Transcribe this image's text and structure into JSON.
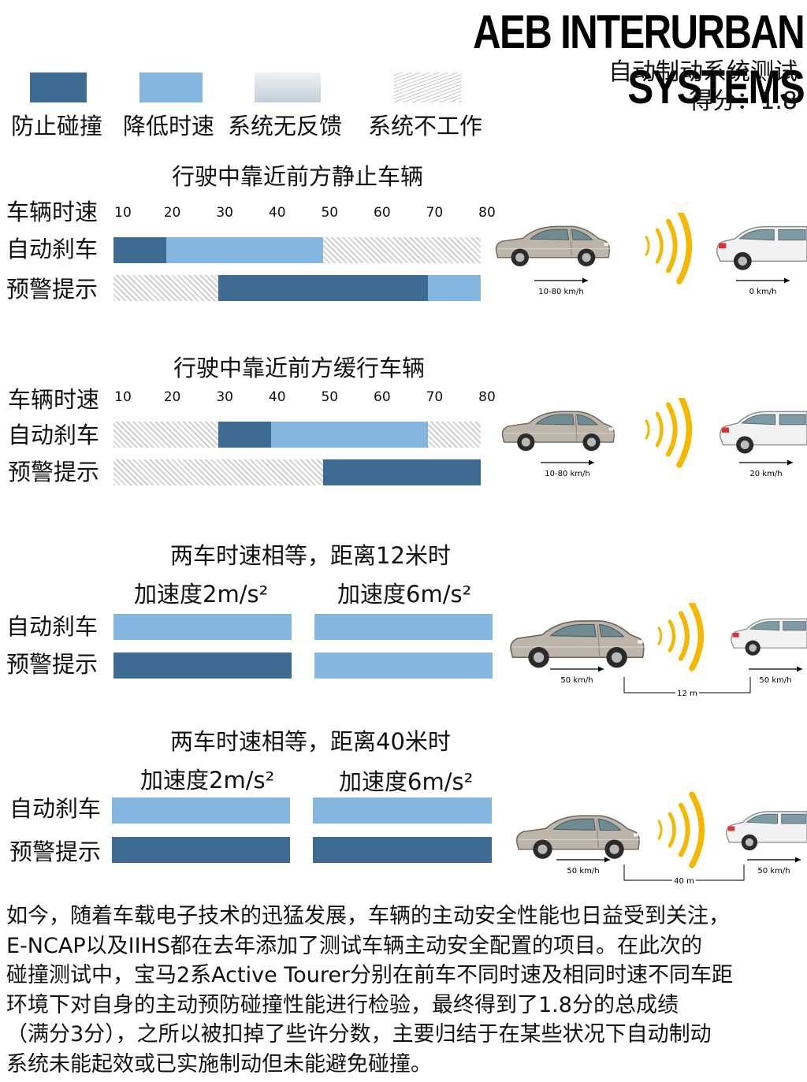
{
  "header": {
    "title": "AEB INTERURBAN SYSTEMS",
    "subtitle": "自动制动系统测试",
    "score": "得分：1.8"
  },
  "legend": [
    {
      "label": "防止碰撞",
      "key": "prevent",
      "color": "#3e6b91"
    },
    {
      "label": "降低时速",
      "key": "reduce",
      "color": "#84b6e0"
    },
    {
      "label": "系统无反馈",
      "key": "nofeed",
      "color": "#d6e0ea"
    },
    {
      "label": "系统不工作",
      "key": "notwork",
      "color": "#cfcfcf"
    }
  ],
  "row_labels": {
    "speed": "车辆时速",
    "brake": "自动刹车",
    "warn": "预警提示"
  },
  "speed_ticks": [
    "10",
    "20",
    "30",
    "40",
    "50",
    "60",
    "70",
    "80"
  ],
  "sections": [
    {
      "title": "行驶中靠近前方静止车辆",
      "brake": [
        {
          "from": 10,
          "to": 20,
          "state": "prevent"
        },
        {
          "from": 20,
          "to": 50,
          "state": "reduce"
        },
        {
          "from": 50,
          "to": 80,
          "state": "notwork"
        }
      ],
      "warn": [
        {
          "from": 10,
          "to": 30,
          "state": "notwork"
        },
        {
          "from": 30,
          "to": 70,
          "state": "prevent"
        },
        {
          "from": 70,
          "to": 80,
          "state": "reduce"
        }
      ],
      "car_speed": "10-80 km/h",
      "target_speed": "0 km/h"
    },
    {
      "title": "行驶中靠近前方缓行车辆",
      "brake": [
        {
          "from": 10,
          "to": 30,
          "state": "notwork"
        },
        {
          "from": 30,
          "to": 40,
          "state": "prevent"
        },
        {
          "from": 40,
          "to": 70,
          "state": "reduce"
        },
        {
          "from": 70,
          "to": 80,
          "state": "notwork"
        }
      ],
      "warn": [
        {
          "from": 10,
          "to": 50,
          "state": "notwork"
        },
        {
          "from": 50,
          "to": 80,
          "state": "prevent"
        }
      ],
      "car_speed": "10-80 km/h",
      "target_speed": "20 km/h"
    },
    {
      "title": "两车时速相等，距离12米时",
      "accel_labels": [
        "加速度2m/s²",
        "加速度6m/s²"
      ],
      "brake": [
        "reduce",
        "reduce"
      ],
      "warn": [
        "prevent",
        "reduce"
      ],
      "car_speed": "50 km/h",
      "target_speed": "50 km/h",
      "distance": "12 m"
    },
    {
      "title": "两车时速相等，距离40米时",
      "accel_labels": [
        "加速度2m/s²",
        "加速度6m/s²"
      ],
      "brake": [
        "reduce",
        "reduce"
      ],
      "warn": [
        "prevent",
        "prevent"
      ],
      "car_speed": "50 km/h",
      "target_speed": "50 km/h",
      "distance": "40 m"
    }
  ],
  "paragraph": [
    "如今，随着车载电子技术的迅猛发展，车辆的主动安全性能也日益受到关注，",
    "E-NCAP以及IIHS都在去年添加了测试车辆主动安全配置的项目。在此次的",
    "碰撞测试中，宝马2系Active Tourer分别在前车不同时速及相同时速不同车距",
    "环境下对自身的主动预防碰撞性能进行检验，最终得到了1.8分的总成绩",
    "（满分3分），之所以被扣掉了些许分数，主要归结于在某些状况下自动制动",
    "系统未能起效或已实施制动但未能避免碰撞。"
  ]
}
